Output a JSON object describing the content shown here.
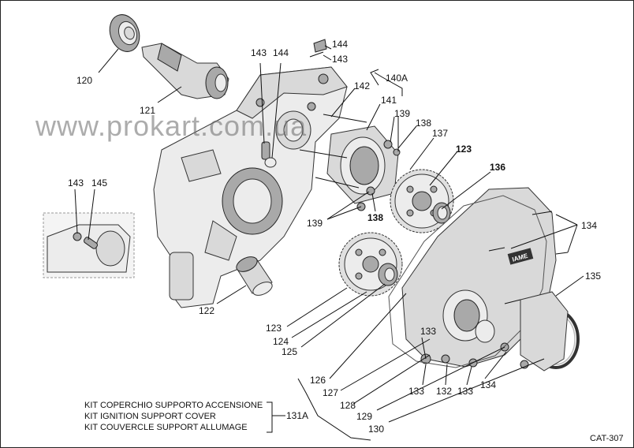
{
  "watermark": "www.prokart.com.ua",
  "catalog_code": "CAT-307",
  "brand_logo_text": "IAME",
  "kit": {
    "lines": [
      "KIT COPERCHIO SUPPORTO ACCENSIONE",
      "KIT IGNITION SUPPORT COVER",
      "KIT COUVERCLE SUPPORT ALLUMAGE"
    ],
    "ref": "131A"
  },
  "labels": [
    {
      "id": "120",
      "text": "120"
    },
    {
      "id": "121",
      "text": "121"
    },
    {
      "id": "122",
      "text": "122"
    },
    {
      "id": "123a",
      "text": "123"
    },
    {
      "id": "123b",
      "text": "123"
    },
    {
      "id": "124",
      "text": "124"
    },
    {
      "id": "125",
      "text": "125"
    },
    {
      "id": "126",
      "text": "126"
    },
    {
      "id": "127",
      "text": "127"
    },
    {
      "id": "128",
      "text": "128"
    },
    {
      "id": "129",
      "text": "129"
    },
    {
      "id": "130",
      "text": "130"
    },
    {
      "id": "133a",
      "text": "133"
    },
    {
      "id": "133b",
      "text": "133"
    },
    {
      "id": "133c",
      "text": "133"
    },
    {
      "id": "132",
      "text": "132"
    },
    {
      "id": "134a",
      "text": "134"
    },
    {
      "id": "134b",
      "text": "134"
    },
    {
      "id": "135",
      "text": "135"
    },
    {
      "id": "136",
      "text": "136"
    },
    {
      "id": "137",
      "text": "137"
    },
    {
      "id": "138a",
      "text": "138"
    },
    {
      "id": "138b",
      "text": "138"
    },
    {
      "id": "139a",
      "text": "139"
    },
    {
      "id": "139b",
      "text": "139"
    },
    {
      "id": "140A",
      "text": "140A"
    },
    {
      "id": "141",
      "text": "141"
    },
    {
      "id": "142",
      "text": "142"
    },
    {
      "id": "143a",
      "text": "143"
    },
    {
      "id": "144a",
      "text": "144"
    },
    {
      "id": "144b",
      "text": "144"
    },
    {
      "id": "143b",
      "text": "143"
    },
    {
      "id": "143c",
      "text": "143"
    },
    {
      "id": "145",
      "text": "145"
    }
  ]
}
